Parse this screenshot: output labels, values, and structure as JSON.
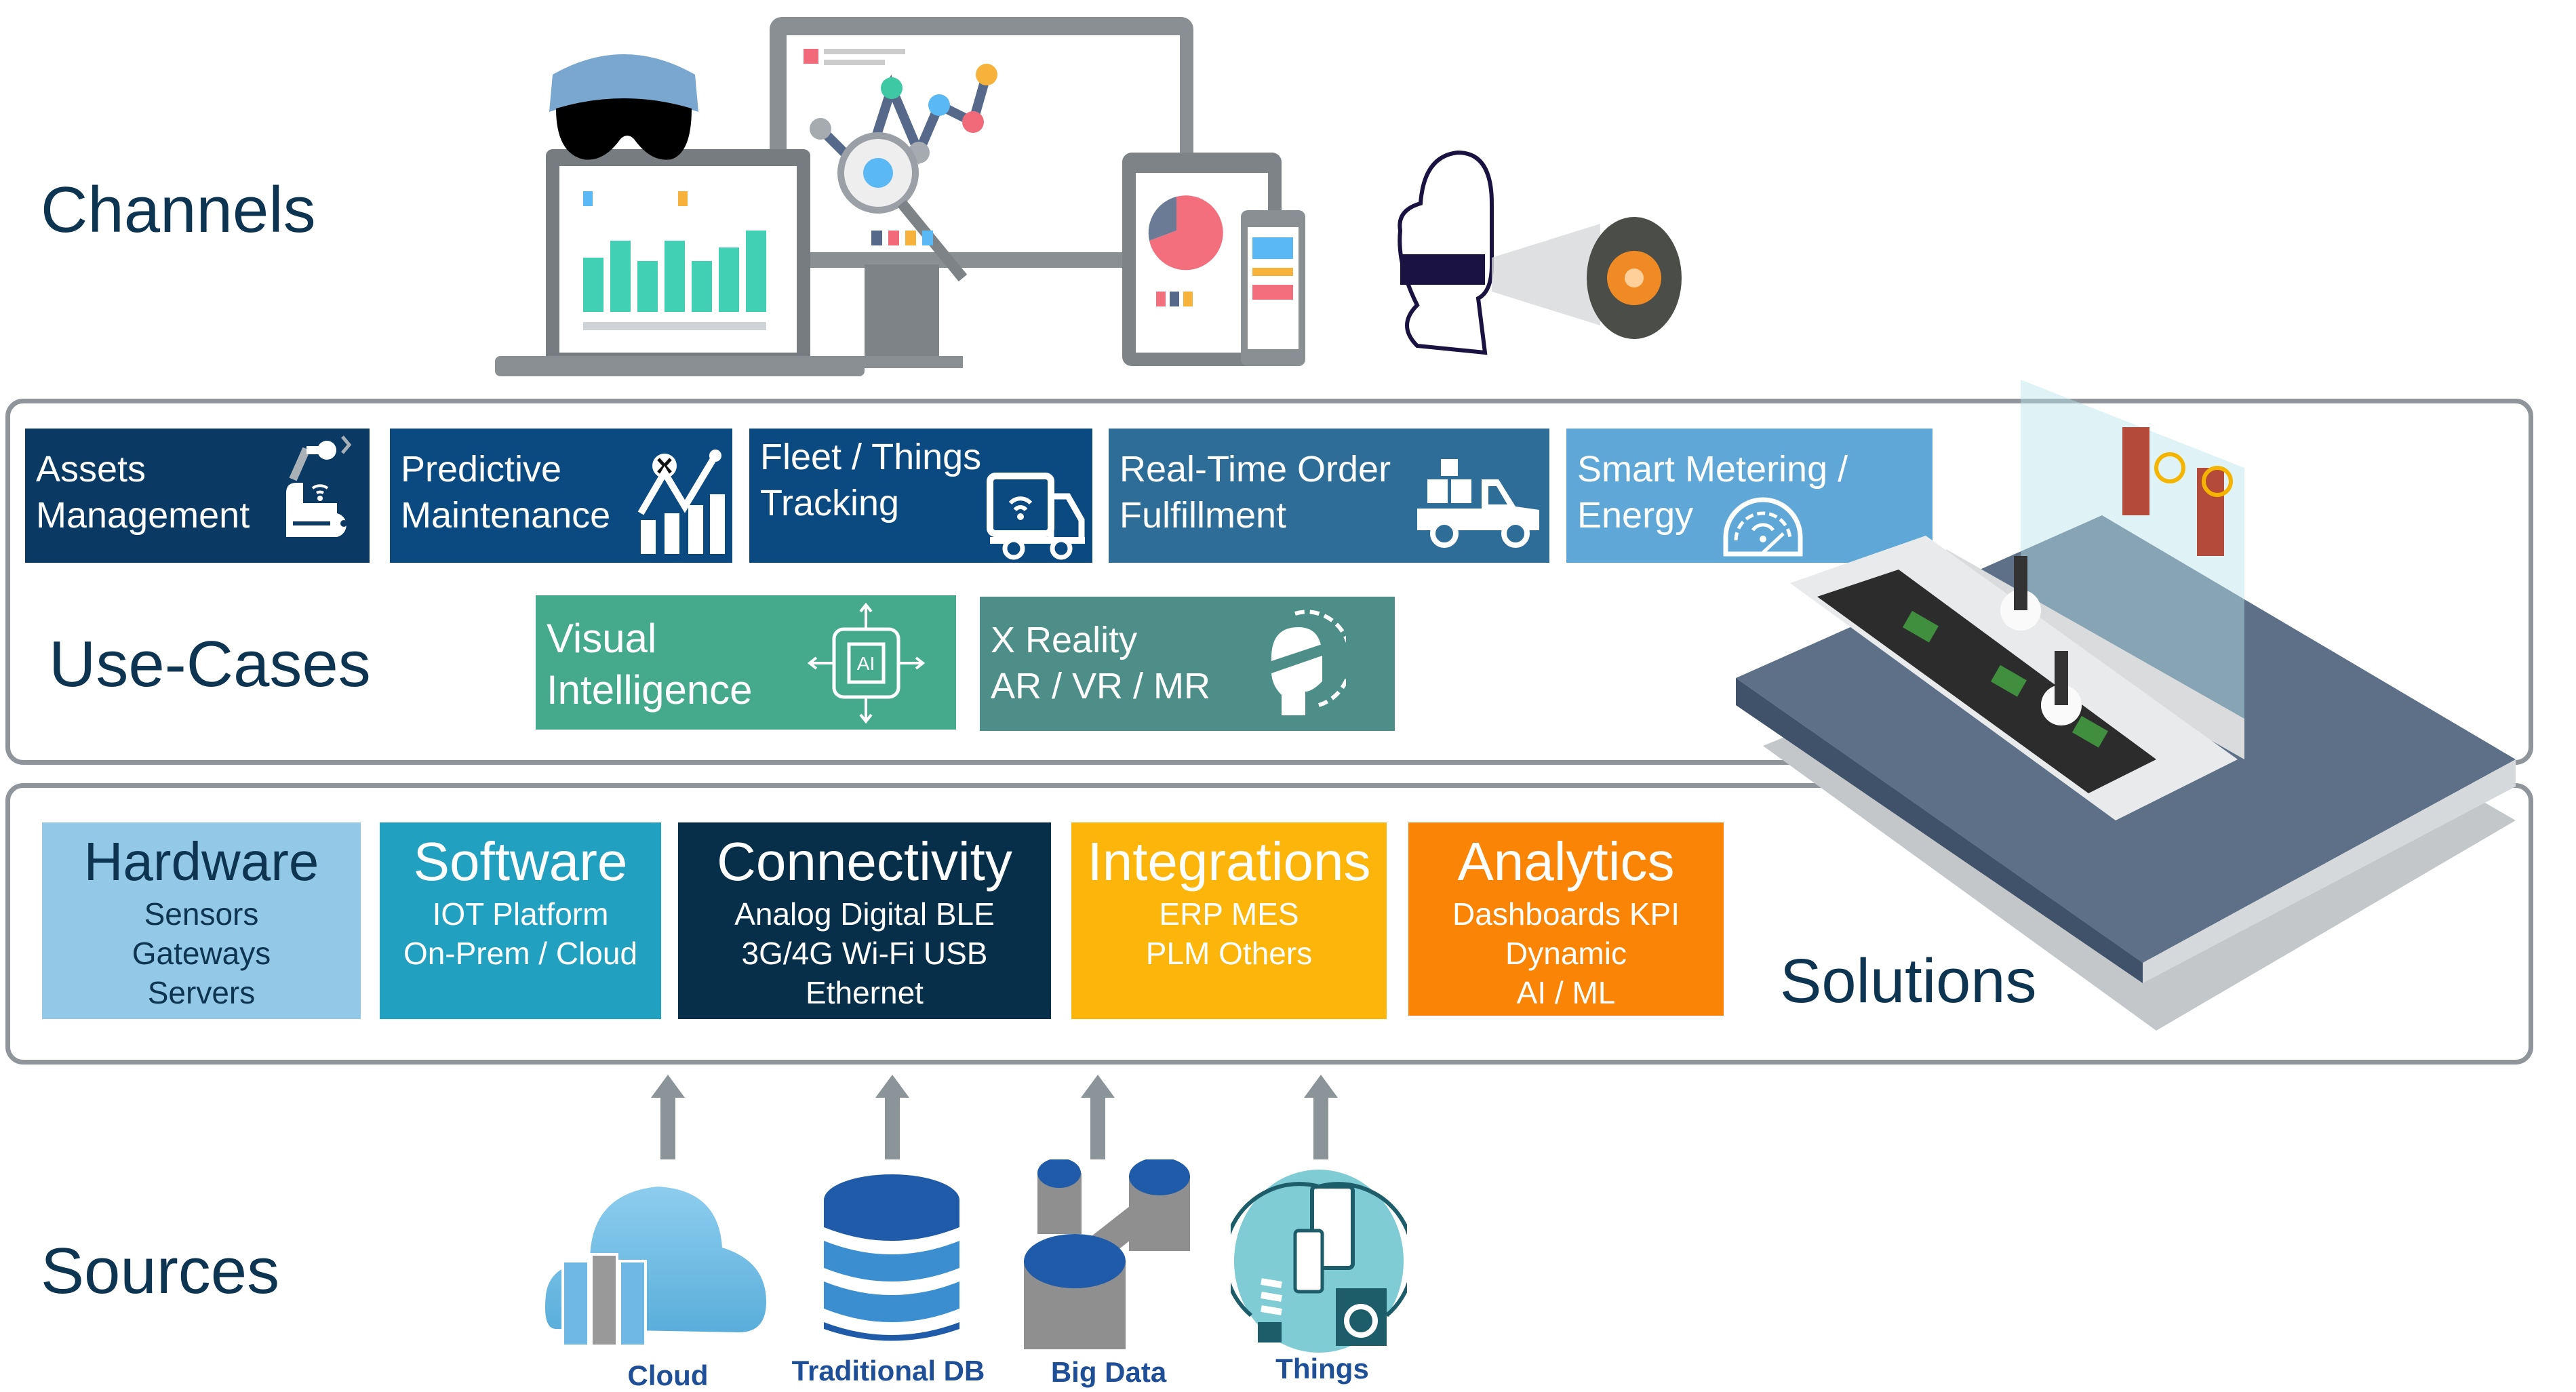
{
  "layers": {
    "channels": "Channels",
    "use_cases": "Use-Cases",
    "solutions": "Solutions",
    "sources": "Sources"
  },
  "use_cases": [
    {
      "lines": [
        "Assets",
        "Management"
      ],
      "icon": "robot-arm-conveyor-icon",
      "color": "#0a3a63"
    },
    {
      "lines": [
        "Predictive",
        "Maintenance"
      ],
      "icon": "wrench-chart-icon",
      "color": "#0b4a80"
    },
    {
      "lines": [
        "Fleet / Things",
        "Tracking"
      ],
      "icon": "truck-wifi-icon",
      "color": "#0b4a80"
    },
    {
      "lines": [
        "Real-Time Order",
        "Fulfillment"
      ],
      "icon": "pickup-truck-boxes-icon",
      "color": "#2e6d98"
    },
    {
      "lines": [
        "Smart Metering /",
        "Energy"
      ],
      "icon": "gauge-wifi-icon",
      "color": "#5ea7d6"
    },
    {
      "lines": [
        "Visual",
        "Intelligence"
      ],
      "icon": "ai-chip-icon",
      "color": "#45aa8c"
    },
    {
      "lines": [
        "X Reality",
        "AR / VR / MR"
      ],
      "icon": "vr-headset-head-icon",
      "color": "#4e8e88"
    }
  ],
  "solutions": [
    {
      "title": "Hardware",
      "lines": [
        "Sensors",
        "Gateways",
        "Servers"
      ],
      "color": "#93c9e6",
      "text_color": "#0d3451"
    },
    {
      "title": "Software",
      "lines": [
        "IOT Platform",
        "On-Prem / Cloud"
      ],
      "color": "#22a0c0",
      "text_color": "#ffffff"
    },
    {
      "title": "Connectivity",
      "lines": [
        "Analog Digital BLE",
        "3G/4G Wi-Fi USB",
        "Ethernet"
      ],
      "color": "#072f49",
      "text_color": "#ffffff"
    },
    {
      "title": "Integrations",
      "lines": [
        "ERP MES",
        "PLM Others"
      ],
      "color": "#fcb50a",
      "text_color": "#ffffff"
    },
    {
      "title": "Analytics",
      "lines": [
        "Dashboards KPI",
        "Dynamic",
        "AI / ML"
      ],
      "color": "#f98405",
      "text_color": "#ffffff"
    }
  ],
  "sources": [
    {
      "label": "Cloud",
      "icon": "cloud-servers-icon"
    },
    {
      "label": "Traditional DB",
      "icon": "database-stack-icon"
    },
    {
      "label": "Big Data",
      "icon": "big-data-cylinders-icon"
    },
    {
      "label": "Things",
      "icon": "iot-devices-icon"
    }
  ],
  "channels": {
    "items": [
      "mixed-reality-headset-icon",
      "laptop-dashboard-icon",
      "monitor-line-chart-icon",
      "tablet-pie-chart-icon",
      "phone-icon",
      "vr-head-engine-icon"
    ]
  },
  "colors": {
    "label": "#0d3451",
    "frame": "#8f959a",
    "source_label": "#1f4f97",
    "arrow": "#8a9499"
  }
}
